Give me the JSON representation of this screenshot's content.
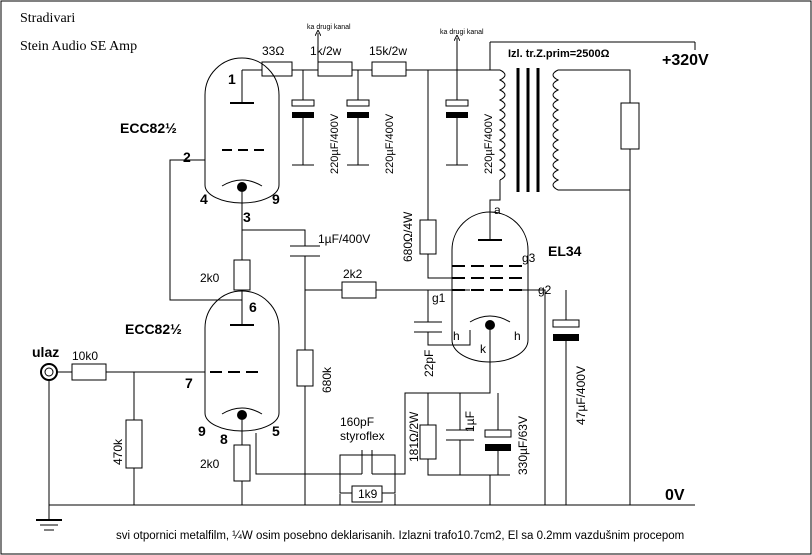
{
  "title": {
    "line1": "Stradivari",
    "line2": "Stein Audio SE Amp"
  },
  "supply": {
    "hv": "+320V",
    "ground": "0V",
    "transformer": "Izl. tr.Z.prim=2500Ω",
    "to_channel_1": "ka drugi kanal",
    "to_channel_2": "ka drugi kanal"
  },
  "tubes": {
    "upper": "ECC82½",
    "lower": "ECC82½",
    "power": "EL34"
  },
  "pins": {
    "p1": "1",
    "p2": "2",
    "p4": "4",
    "p9a": "9",
    "p3": "3",
    "p6": "6",
    "p7": "7",
    "p9b": "9",
    "p8": "8",
    "p5": "5"
  },
  "power_pins": {
    "a": "a",
    "g3": "g3",
    "g2": "g2",
    "g1": "g1",
    "h1": "h",
    "k": "k",
    "h2": "h"
  },
  "components": {
    "r33": "33Ω",
    "r1k": "1k/2w",
    "r15k": "15k/2w",
    "c220a": "220µF/400V",
    "c220b": "220µF/400V",
    "c220c": "220µF/400V",
    "c1u": "1µF/400V",
    "r2k0a": "2k0",
    "r2k2": "2k2",
    "r680k": "680k",
    "r680": "680Ω/4W",
    "c22p": "22pF",
    "c47": "47µF/400V",
    "r10k": "10k0",
    "r470k": "470k",
    "r2k0b": "2k0",
    "c160p": "160pF",
    "styroflex": "styroflex",
    "r1k9": "1k9",
    "r181": "181Ω/2W",
    "c1uf": "1µF",
    "c330": "330µF/63V"
  },
  "input_label": "ulaz",
  "footnote": "svi otpornici metalfilm, ¼W osim posebno deklarisanih. Izlazni trafo10.7cm2, El sa 0.2mm vazdušnim procepom"
}
